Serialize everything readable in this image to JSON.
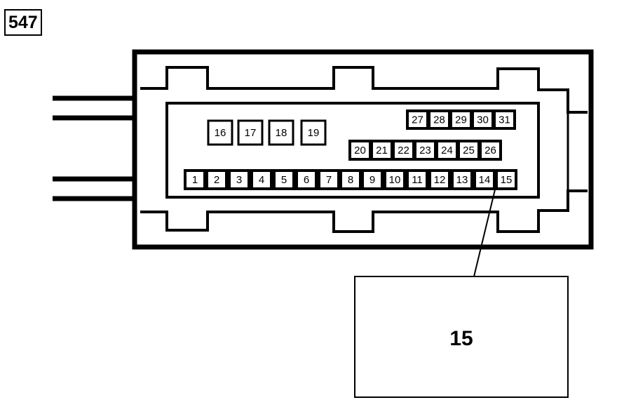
{
  "diagram_label": "547",
  "pins": {
    "group_16_19": [
      "16",
      "17",
      "18",
      "19"
    ],
    "row_top": [
      "27",
      "28",
      "29",
      "30",
      "31"
    ],
    "row_middle": [
      "20",
      "21",
      "22",
      "23",
      "24",
      "25",
      "26"
    ],
    "row_bottom": [
      "1",
      "2",
      "3",
      "4",
      "5",
      "6",
      "7",
      "8",
      "9",
      "10",
      "11",
      "12",
      "13",
      "14",
      "15"
    ]
  },
  "callout": {
    "label": "15",
    "points_to_pin": "15"
  }
}
